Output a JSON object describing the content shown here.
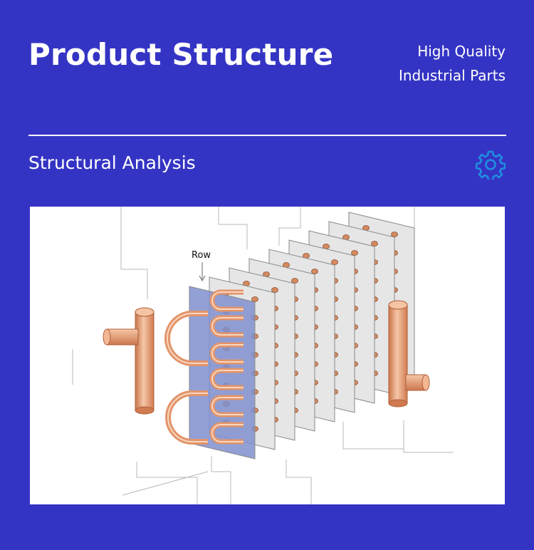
{
  "header": {
    "title": "Product Structure",
    "tagline": [
      "High Quality",
      "Industrial Parts"
    ]
  },
  "section": {
    "subtitle": "Structural Analysis",
    "icon": "gear-icon"
  },
  "figure": {
    "row_label": "Row",
    "colors": {
      "copper": "#e2946a",
      "fin": "#e6e6e6",
      "row_highlight": "#7f8fce"
    }
  },
  "colors": {
    "background": "#3434c4",
    "text": "#ffffff",
    "icon": "#1e8fe0"
  }
}
